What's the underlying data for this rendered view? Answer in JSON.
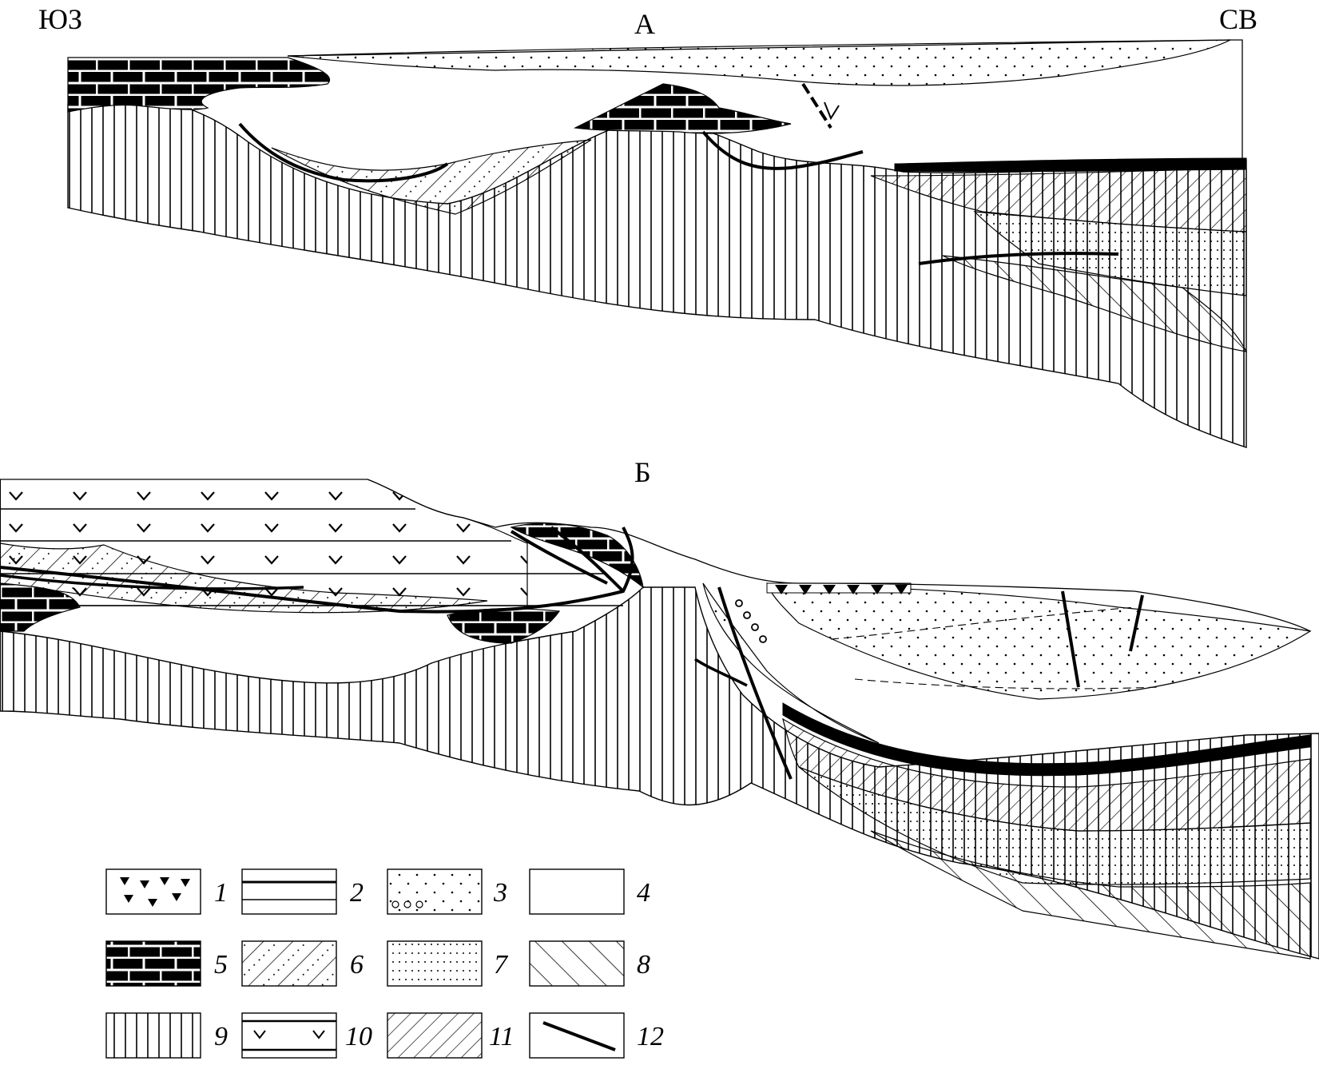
{
  "section_a": {
    "title": "А",
    "left_end": "ЮЗ",
    "right_end": "СВ"
  },
  "section_b": {
    "title": "Б"
  },
  "legend": [
    {
      "num": "1",
      "pattern": "triangle-fill"
    },
    {
      "num": "2",
      "pattern": "double-horizontal-lines"
    },
    {
      "num": "3",
      "pattern": "dots-with-circles"
    },
    {
      "num": "4",
      "pattern": "blank"
    },
    {
      "num": "5",
      "pattern": "black-brick"
    },
    {
      "num": "6",
      "pattern": "diagonal-dotted"
    },
    {
      "num": "7",
      "pattern": "dotted-horizontal"
    },
    {
      "num": "8",
      "pattern": "backslash-hatch"
    },
    {
      "num": "9",
      "pattern": "vertical-lines"
    },
    {
      "num": "10",
      "pattern": "v-marks-between-lines"
    },
    {
      "num": "11",
      "pattern": "dense-diagonal-hatch"
    },
    {
      "num": "12",
      "pattern": "thick-line"
    }
  ],
  "colors": {
    "ink": "#000000",
    "paper": "#ffffff"
  }
}
